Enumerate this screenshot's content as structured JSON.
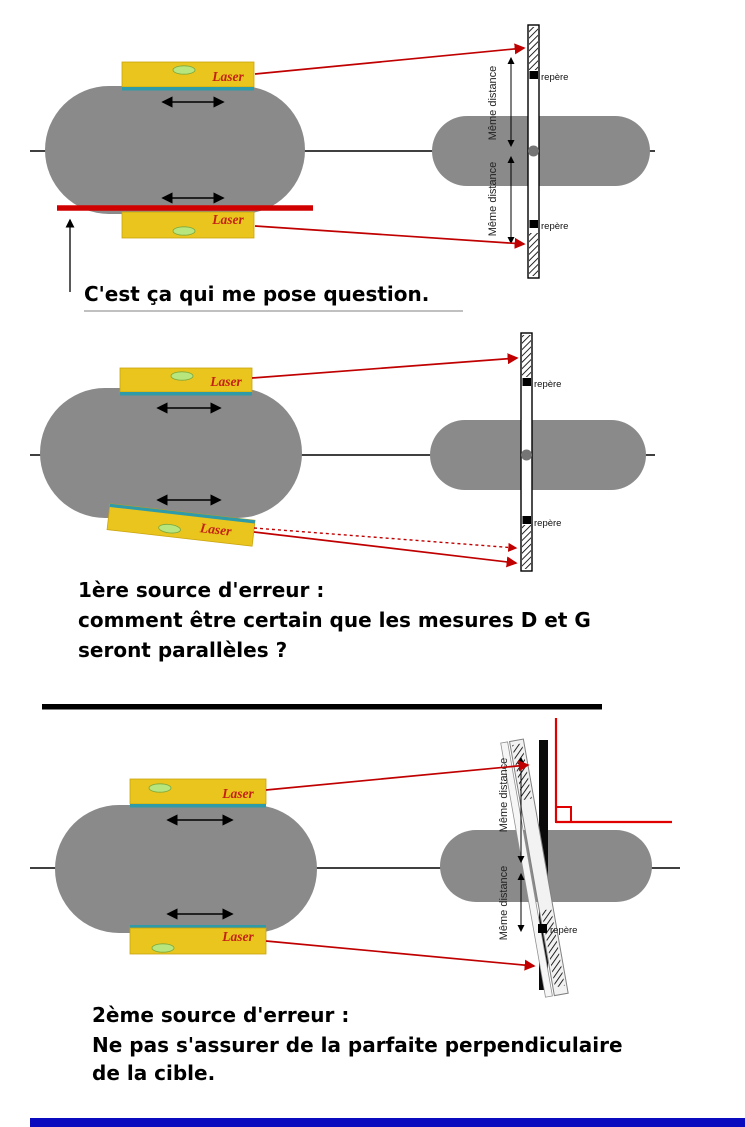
{
  "labels": {
    "laser": "Laser",
    "meme_distance": "Même distance",
    "repere": "repère"
  },
  "panel1": {
    "caption": "C'est ça qui me pose question."
  },
  "panel2": {
    "caption_line1": "1ère source d'erreur :",
    "caption_line2": "comment être certain que les mesures D et G",
    "caption_line3": "seront parallèles ?"
  },
  "panel3": {
    "caption_line1": "2ème source d'erreur :",
    "caption_line2": "Ne pas s'assurer de la parfaite perpendiculaire",
    "caption_line3": "de la cible."
  },
  "colors": {
    "wheel_grey": "#8a8a8a",
    "laser_body_yellow": "#e9c51d",
    "laser_label_red": "#c42116",
    "beam_red": "#c00000",
    "level_bubble_green": "#b8e67e",
    "laser_edge_teal": "#2f9aa8",
    "issue_line_red": "#d10000",
    "perpendicular_red": "#e00000",
    "footer_bar_blue": "#0a0abe"
  }
}
